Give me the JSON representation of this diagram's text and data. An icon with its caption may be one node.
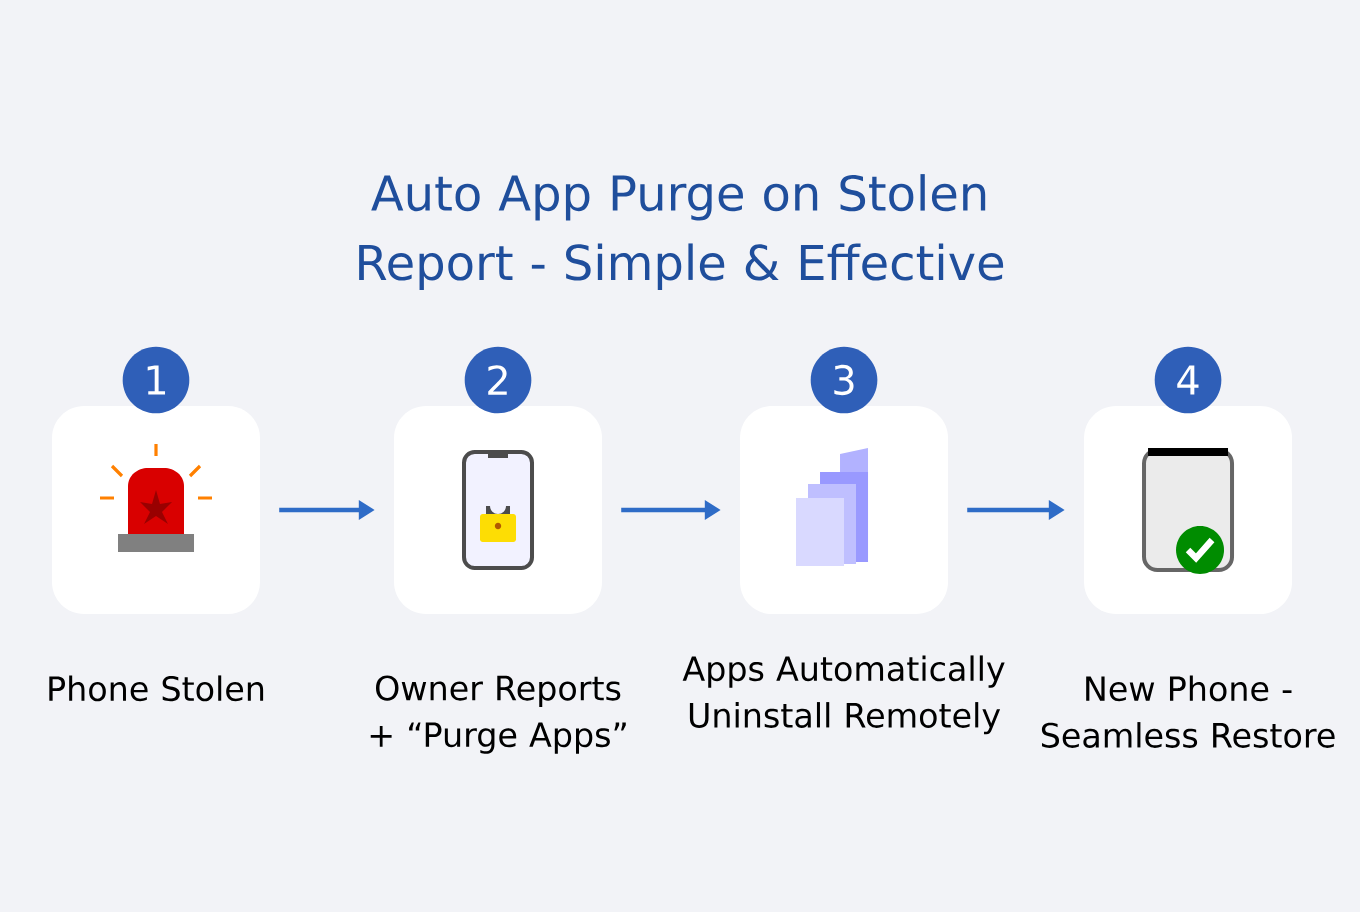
{
  "diagram": {
    "title": "Auto App Purge on Stolen Report - Simple & Effective",
    "nodes": [
      {
        "text": [
          "1"
        ],
        "beside": [
          "Phone Stolen"
        ]
      },
      {
        "text": [
          "2"
        ],
        "beside": [
          "Owner Reports + “Purge Apps”"
        ]
      },
      {
        "text": [
          "3"
        ],
        "beside": [
          "Apps Automatically Uninstall Remotely"
        ]
      },
      {
        "text": [
          "4"
        ],
        "beside": [
          "New Phone - Seamless Restore"
        ]
      }
    ],
    "edges": [
      {
        "from": 0,
        "to": 1,
        "arrow": "to"
      },
      {
        "from": 1,
        "to": 2,
        "arrow": "to"
      },
      {
        "from": 2,
        "to": 3,
        "arrow": "to"
      }
    ]
  }
}
